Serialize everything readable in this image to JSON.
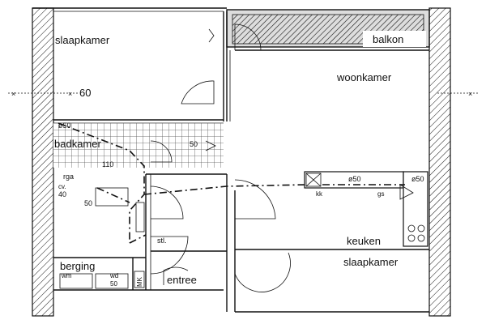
{
  "rooms": {
    "slaapkamer_top": "slaapkamer",
    "balkon": "balkon",
    "woonkamer": "woonkamer",
    "badkamer": "badkamer",
    "keuken": "keuken",
    "slaapkamer_bottom": "slaapkamer",
    "berging": "berging",
    "entree": "entree"
  },
  "annotations": {
    "dimension": "60",
    "pipe_50_a": "ø50",
    "pipe_50_b": "50",
    "pipe_110": "110",
    "pipe_50_kitchen_a": "ø50",
    "pipe_50_kitchen_b": "ø50",
    "rga": "rga",
    "cv": "cv.",
    "cv_40": "40",
    "pipe_50_c": "50",
    "stl": "stl.",
    "wm": "wm",
    "wd": "wd",
    "wd_50": "50",
    "mk": "MK",
    "kk": "kk",
    "gs": "gs"
  }
}
